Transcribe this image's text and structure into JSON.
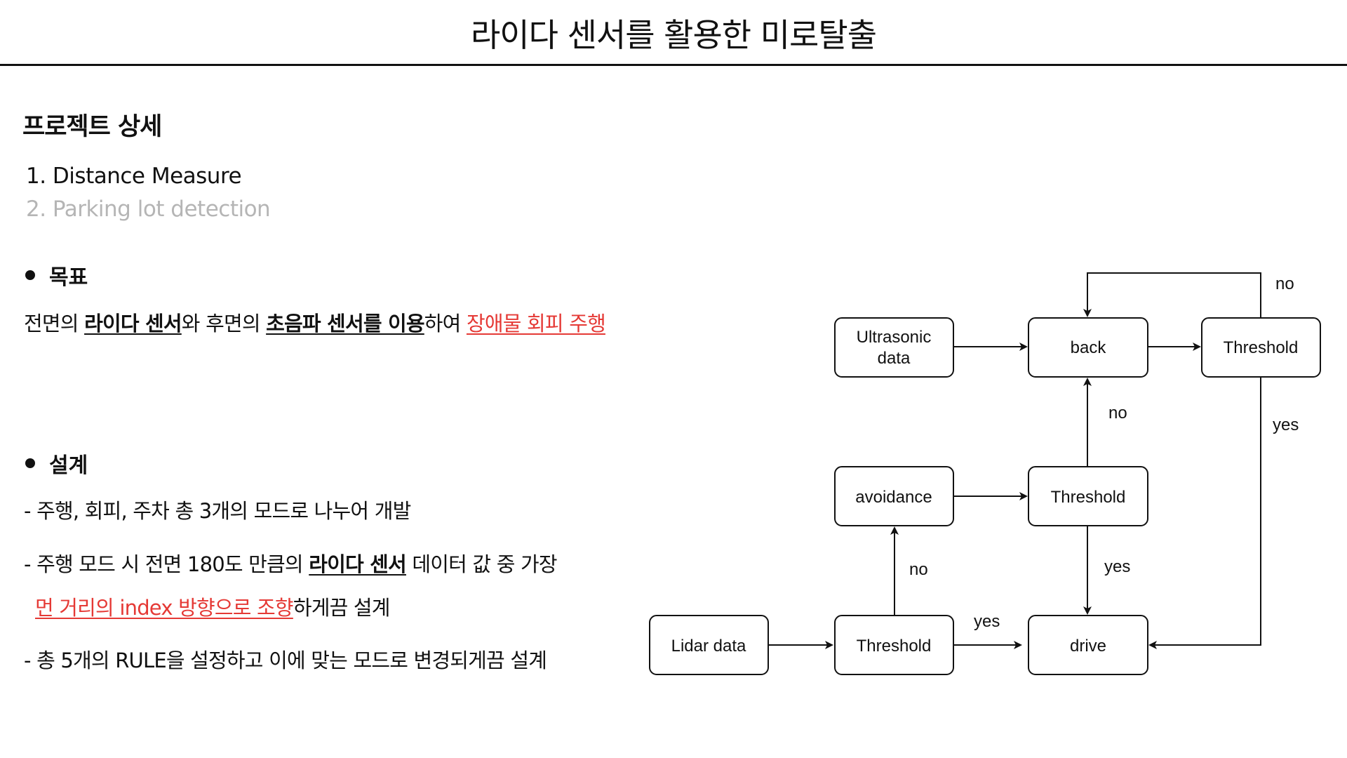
{
  "title": "라이다 센서를 활용한 미로탈출",
  "section_heading": "프로젝트 상세",
  "list": {
    "item1": "1. Distance Measure",
    "item2": "2. Parking lot detection"
  },
  "goal": {
    "heading": "목표",
    "t1": "전면의 ",
    "t2": "라이다 센서",
    "t3": "와 후면의 ",
    "t4": "초음파 센서를 이용",
    "t5": "하여 ",
    "t6": "장애물 회피 주행"
  },
  "design": {
    "heading": "설계",
    "line1": "- 주행, 회피, 주차 총 3개의 모드로 나누어 개발",
    "line2_a": "- 주행 모드 시 전면 180도 만큼의 ",
    "line2_b": "라이다 센서",
    "line2_c": " 데이터 값 중 가장",
    "line2b_a": "먼 거리의 index 방향으로 조향",
    "line2b_b": "하게끔 설계",
    "line3": "- 총 5개의 RULE을 설정하고 이에 맞는 모드로 변경되게끔 설계"
  },
  "diagram": {
    "nodes": {
      "ultrasonic_l1": "Ultrasonic",
      "ultrasonic_l2": "data",
      "back": "back",
      "threshold_top": "Threshold",
      "avoidance": "avoidance",
      "threshold_mid": "Threshold",
      "lidar": "Lidar data",
      "threshold_bottom": "Threshold",
      "drive": "drive"
    },
    "labels": {
      "no_top": "no",
      "yes_right": "yes",
      "no_mid": "no",
      "yes_mid": "yes",
      "no_left": "no",
      "yes_bottom": "yes"
    }
  }
}
